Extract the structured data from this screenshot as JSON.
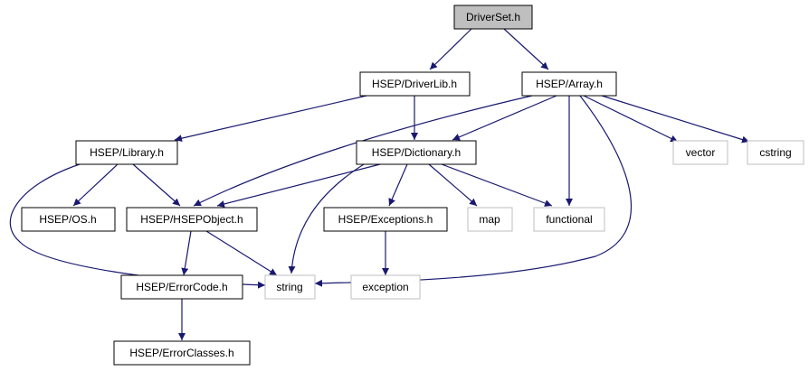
{
  "colors": {
    "edge": "#191970",
    "node_border": "#000000",
    "external_border": "#bfbfbf",
    "root_fill": "#bfbfbf",
    "node_fill": "#ffffff",
    "external_text": "#000000"
  },
  "nodes": [
    {
      "id": "driverset",
      "label": "DriverSet.h",
      "kind": "root"
    },
    {
      "id": "driverlib",
      "label": "HSEP/DriverLib.h",
      "kind": "file"
    },
    {
      "id": "array",
      "label": "HSEP/Array.h",
      "kind": "file"
    },
    {
      "id": "library",
      "label": "HSEP/Library.h",
      "kind": "file"
    },
    {
      "id": "dictionary",
      "label": "HSEP/Dictionary.h",
      "kind": "file"
    },
    {
      "id": "vector",
      "label": "vector",
      "kind": "external"
    },
    {
      "id": "cstring",
      "label": "cstring",
      "kind": "external"
    },
    {
      "id": "os",
      "label": "HSEP/OS.h",
      "kind": "file"
    },
    {
      "id": "hsepobject",
      "label": "HSEP/HSEPObject.h",
      "kind": "file"
    },
    {
      "id": "exceptions",
      "label": "HSEP/Exceptions.h",
      "kind": "file"
    },
    {
      "id": "map",
      "label": "map",
      "kind": "external"
    },
    {
      "id": "functional",
      "label": "functional",
      "kind": "external"
    },
    {
      "id": "errorcode",
      "label": "HSEP/ErrorCode.h",
      "kind": "file"
    },
    {
      "id": "string",
      "label": "string",
      "kind": "external"
    },
    {
      "id": "exception",
      "label": "exception",
      "kind": "external"
    },
    {
      "id": "errorclasses",
      "label": "HSEP/ErrorClasses.h",
      "kind": "file"
    }
  ],
  "edges": [
    {
      "from": "driverset",
      "to": "driverlib"
    },
    {
      "from": "driverset",
      "to": "array"
    },
    {
      "from": "driverlib",
      "to": "library"
    },
    {
      "from": "driverlib",
      "to": "dictionary"
    },
    {
      "from": "array",
      "to": "hsepobject"
    },
    {
      "from": "array",
      "to": "dictionary"
    },
    {
      "from": "array",
      "to": "vector"
    },
    {
      "from": "array",
      "to": "cstring"
    },
    {
      "from": "array",
      "to": "functional"
    },
    {
      "from": "array",
      "to": "string"
    },
    {
      "from": "library",
      "to": "os"
    },
    {
      "from": "library",
      "to": "hsepobject"
    },
    {
      "from": "library",
      "to": "string"
    },
    {
      "from": "dictionary",
      "to": "hsepobject"
    },
    {
      "from": "dictionary",
      "to": "string"
    },
    {
      "from": "dictionary",
      "to": "exceptions"
    },
    {
      "from": "dictionary",
      "to": "map"
    },
    {
      "from": "dictionary",
      "to": "functional"
    },
    {
      "from": "hsepobject",
      "to": "errorcode"
    },
    {
      "from": "hsepobject",
      "to": "string"
    },
    {
      "from": "exceptions",
      "to": "exception"
    },
    {
      "from": "errorcode",
      "to": "errorclasses"
    }
  ]
}
